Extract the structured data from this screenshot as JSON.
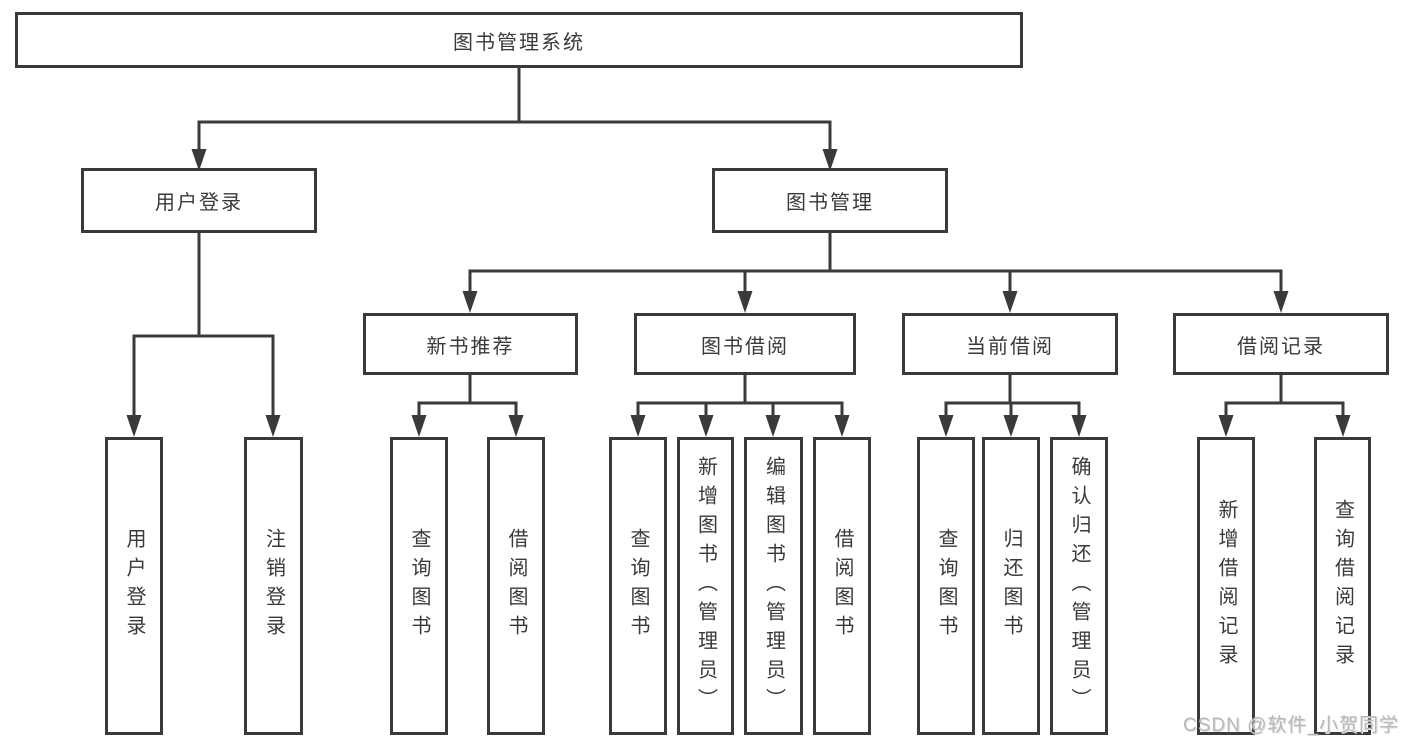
{
  "colors": {
    "line": "#3a3a3a",
    "text": "#3a3a3a",
    "box_background": "#ffffff",
    "watermark": "#b9b9b9",
    "page_background": "#ffffff"
  },
  "tree": {
    "label": "图书管理系统",
    "children": [
      {
        "label": "用户登录",
        "children": [
          {
            "label": "用户登录"
          },
          {
            "label": "注销登录"
          }
        ]
      },
      {
        "label": "图书管理",
        "children": [
          {
            "label": "新书推荐",
            "children": [
              {
                "label": "查询图书"
              },
              {
                "label": "借阅图书"
              }
            ]
          },
          {
            "label": "图书借阅",
            "children": [
              {
                "label": "查询图书"
              },
              {
                "label": "新增图书（管理员）"
              },
              {
                "label": "编辑图书（管理员）"
              },
              {
                "label": "借阅图书"
              }
            ]
          },
          {
            "label": "当前借阅",
            "children": [
              {
                "label": "查询图书"
              },
              {
                "label": "归还图书"
              },
              {
                "label": "确认归还（管理员）"
              }
            ]
          },
          {
            "label": "借阅记录",
            "children": [
              {
                "label": "新增借阅记录"
              },
              {
                "label": "查询借阅记录"
              }
            ]
          }
        ]
      }
    ]
  },
  "watermark": {
    "text": "CSDN @软件_小贺同学"
  }
}
